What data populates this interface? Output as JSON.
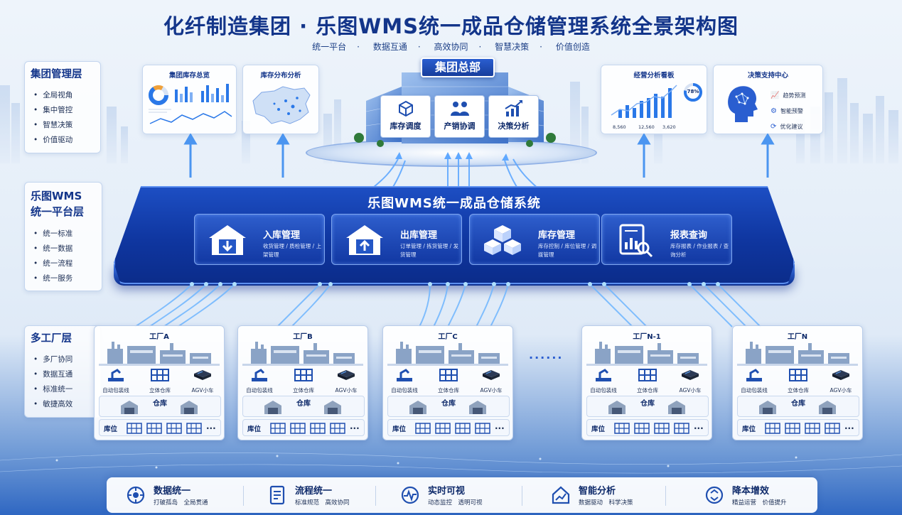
{
  "header": {
    "title": "化纤制造集团 · 乐图WMS统一成品仓储管理系统全景架构图",
    "tags": [
      "统一平台",
      "数据互通",
      "高效协同",
      "智慧决策",
      "价值创造"
    ]
  },
  "layers": [
    {
      "title": "集团管理层",
      "items": [
        "全局视角",
        "集中管控",
        "智慧决策",
        "价值驱动"
      ]
    },
    {
      "title": "乐图WMS 统一平台层",
      "items": [
        "统一标准",
        "统一数据",
        "统一流程",
        "统一服务"
      ]
    },
    {
      "title": "多工厂层",
      "items": [
        "多厂协同",
        "数据互通",
        "标准统一",
        "敏捷高效"
      ]
    }
  ],
  "top_cards": {
    "inventory_overview": {
      "title": "集团库存总览"
    },
    "inventory_distribution": {
      "title": "库存分布分析"
    },
    "operations_board": {
      "title": "经营分析看板",
      "percent": "78%",
      "values": [
        "8,560",
        "12,560",
        "3,620"
      ]
    },
    "decision_center": {
      "title": "决策支持中心",
      "items": [
        "趋势预测",
        "智能预警",
        "优化建议"
      ]
    }
  },
  "hq": {
    "title": "集团总部",
    "buttons": [
      "库存调度",
      "产销协调",
      "决策分析"
    ]
  },
  "wms": {
    "title": "乐图WMS统一成品仓储系统",
    "modules": [
      {
        "name": "入库管理",
        "desc": "收货管理 / 质检管理 / 上架管理",
        "icon": "inbound-warehouse-icon"
      },
      {
        "name": "出库管理",
        "desc": "订单管理 / 拣货管理 / 发货管理",
        "icon": "outbound-warehouse-icon"
      },
      {
        "name": "库存管理",
        "desc": "库存控制 / 库位管理 / 调拨管理",
        "icon": "inventory-boxes-icon"
      },
      {
        "name": "报表查询",
        "desc": "库存报表 / 作业报表 / 查询分析",
        "icon": "report-search-icon"
      }
    ]
  },
  "factories": [
    {
      "name": "工厂A"
    },
    {
      "name": "工厂B"
    },
    {
      "name": "工厂C"
    },
    {
      "name": "工厂N-1"
    },
    {
      "name": "工厂N"
    }
  ],
  "factory_labels": {
    "equipment": [
      "自动包装线",
      "立体仓库",
      "AGV小车"
    ],
    "warehouse": "仓库",
    "slot": "库位",
    "more": "..."
  },
  "factory_ellipsis": "......",
  "bottom_bar": [
    {
      "title": "数据统一",
      "desc": "打破孤岛　全局贯通",
      "icon": "data-unify-icon"
    },
    {
      "title": "流程统一",
      "desc": "标准规范　高效协同",
      "icon": "process-doc-icon"
    },
    {
      "title": "实时可视",
      "desc": "动态监控　透明可视",
      "icon": "realtime-monitor-icon"
    },
    {
      "title": "智能分析",
      "desc": "数据驱动　科学决策",
      "icon": "smart-analysis-icon"
    },
    {
      "title": "降本增效",
      "desc": "精益运营　价值提升",
      "icon": "cost-reduce-icon"
    }
  ],
  "colors": {
    "primary": "#13358a",
    "band": "#0f36a0",
    "accent": "#2a78e8",
    "beam": "#6fb6ff"
  }
}
